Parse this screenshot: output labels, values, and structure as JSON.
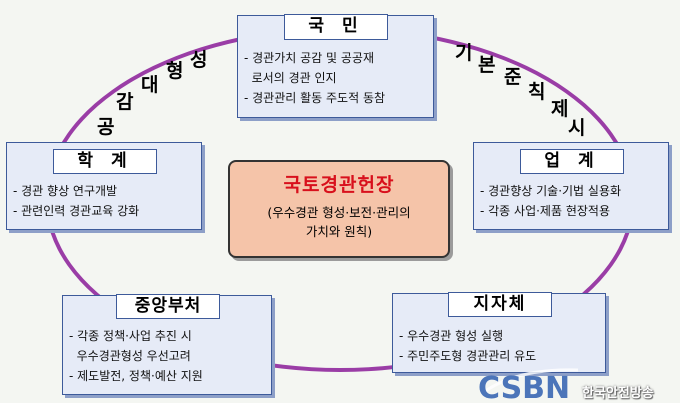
{
  "center": {
    "title": "국토경관헌장",
    "sub_line1": "(우수경관 형성·보전·관리의",
    "sub_line2": "가치와 원칙)"
  },
  "nodes": {
    "citizen": {
      "title": "국  민",
      "line1a": "- 경관가치 공감 및 공공재",
      "line1b": "  로서의 경관 인지",
      "line2": "- 경관관리 활동 주도적 동참"
    },
    "academia": {
      "title": "학  계",
      "line1": "- 경관 향상 연구개발",
      "line2": "- 관련인력 경관교육 강화"
    },
    "industry": {
      "title": "업  계",
      "line1": "- 경관향상 기술·기법 실용화",
      "line2": "- 각종 사업·제품 현장적용"
    },
    "ministry": {
      "title": "중앙부처",
      "line1": "- 각종 정책·사업 추진 시",
      "line2": "  우수경관형성 우선고려",
      "line3": "- 제도발전, 정책·예산 지원"
    },
    "local": {
      "title": "지자체",
      "line1": "- 우수경관 형성 실행",
      "line2": "- 주민주도형 경관관리 유도"
    }
  },
  "arc_left": [
    "공",
    "감",
    "대",
    "형",
    "성"
  ],
  "arc_right": [
    "기",
    "본",
    "준",
    "칙",
    "제",
    "시"
  ],
  "watermark": {
    "logo": "CSBN",
    "text": "한국안전방송"
  },
  "colors": {
    "ring": "#9a3da6",
    "box_fill": "#e6ebf7",
    "box_border": "#3d5a9a",
    "center_fill": "#f5c4a9",
    "center_title": "#d8101c"
  }
}
